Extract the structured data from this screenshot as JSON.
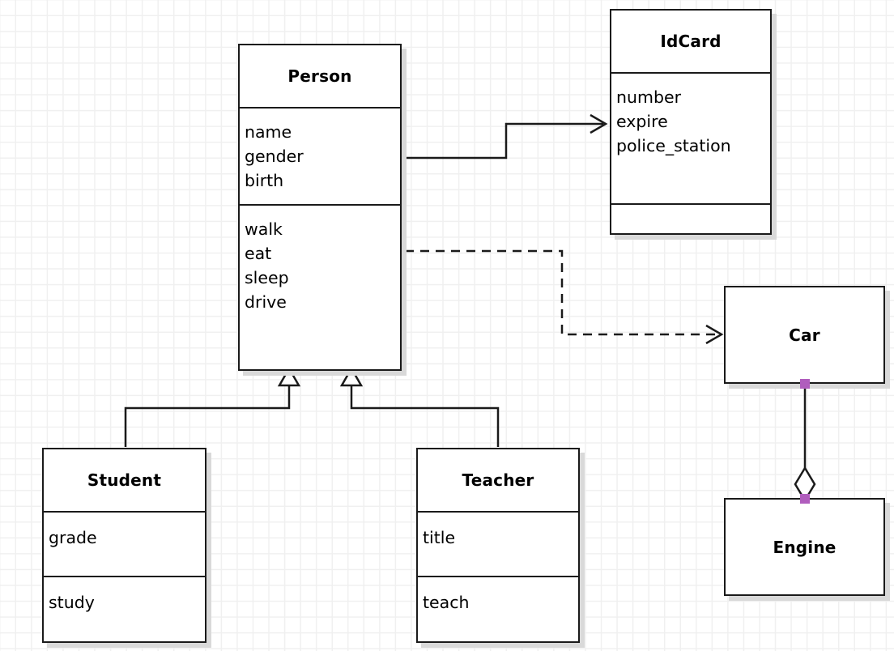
{
  "diagram": {
    "kind": "uml-class-diagram",
    "background": "#ffffff",
    "grid_color": "#f0f0f0",
    "line_color": "#1a1a1a",
    "handle_color": "#b05dbd",
    "shadow_color": "#d9d9d9"
  },
  "classes": {
    "person": {
      "name": "Person",
      "attributes": [
        "name",
        "gender",
        "birth"
      ],
      "methods": [
        "walk",
        "eat",
        "sleep",
        "drive"
      ]
    },
    "idcard": {
      "name": "IdCard",
      "attributes": [
        "number",
        "expire",
        "police_station"
      ],
      "methods": []
    },
    "student": {
      "name": "Student",
      "attributes": [
        "grade"
      ],
      "methods": [
        "study"
      ]
    },
    "teacher": {
      "name": "Teacher",
      "attributes": [
        "title"
      ],
      "methods": [
        "teach"
      ]
    },
    "car": {
      "name": "Car",
      "attributes": [],
      "methods": []
    },
    "engine": {
      "name": "Engine",
      "attributes": [],
      "methods": []
    }
  },
  "relationships": [
    {
      "id": "person-idcard",
      "type": "association",
      "style": "solid",
      "arrowhead": "open",
      "from": "person",
      "to": "idcard"
    },
    {
      "id": "person-car",
      "type": "dependency",
      "style": "dashed",
      "arrowhead": "open",
      "from": "person",
      "to": "car"
    },
    {
      "id": "student-person",
      "type": "generalization",
      "style": "solid",
      "arrowhead": "hollow-triangle",
      "from": "student",
      "to": "person"
    },
    {
      "id": "teacher-person",
      "type": "generalization",
      "style": "solid",
      "arrowhead": "hollow-triangle",
      "from": "teacher",
      "to": "person"
    },
    {
      "id": "car-engine",
      "type": "aggregation",
      "style": "solid",
      "arrowhead": "hollow-diamond",
      "from": "car",
      "to": "engine",
      "selected": true
    }
  ]
}
